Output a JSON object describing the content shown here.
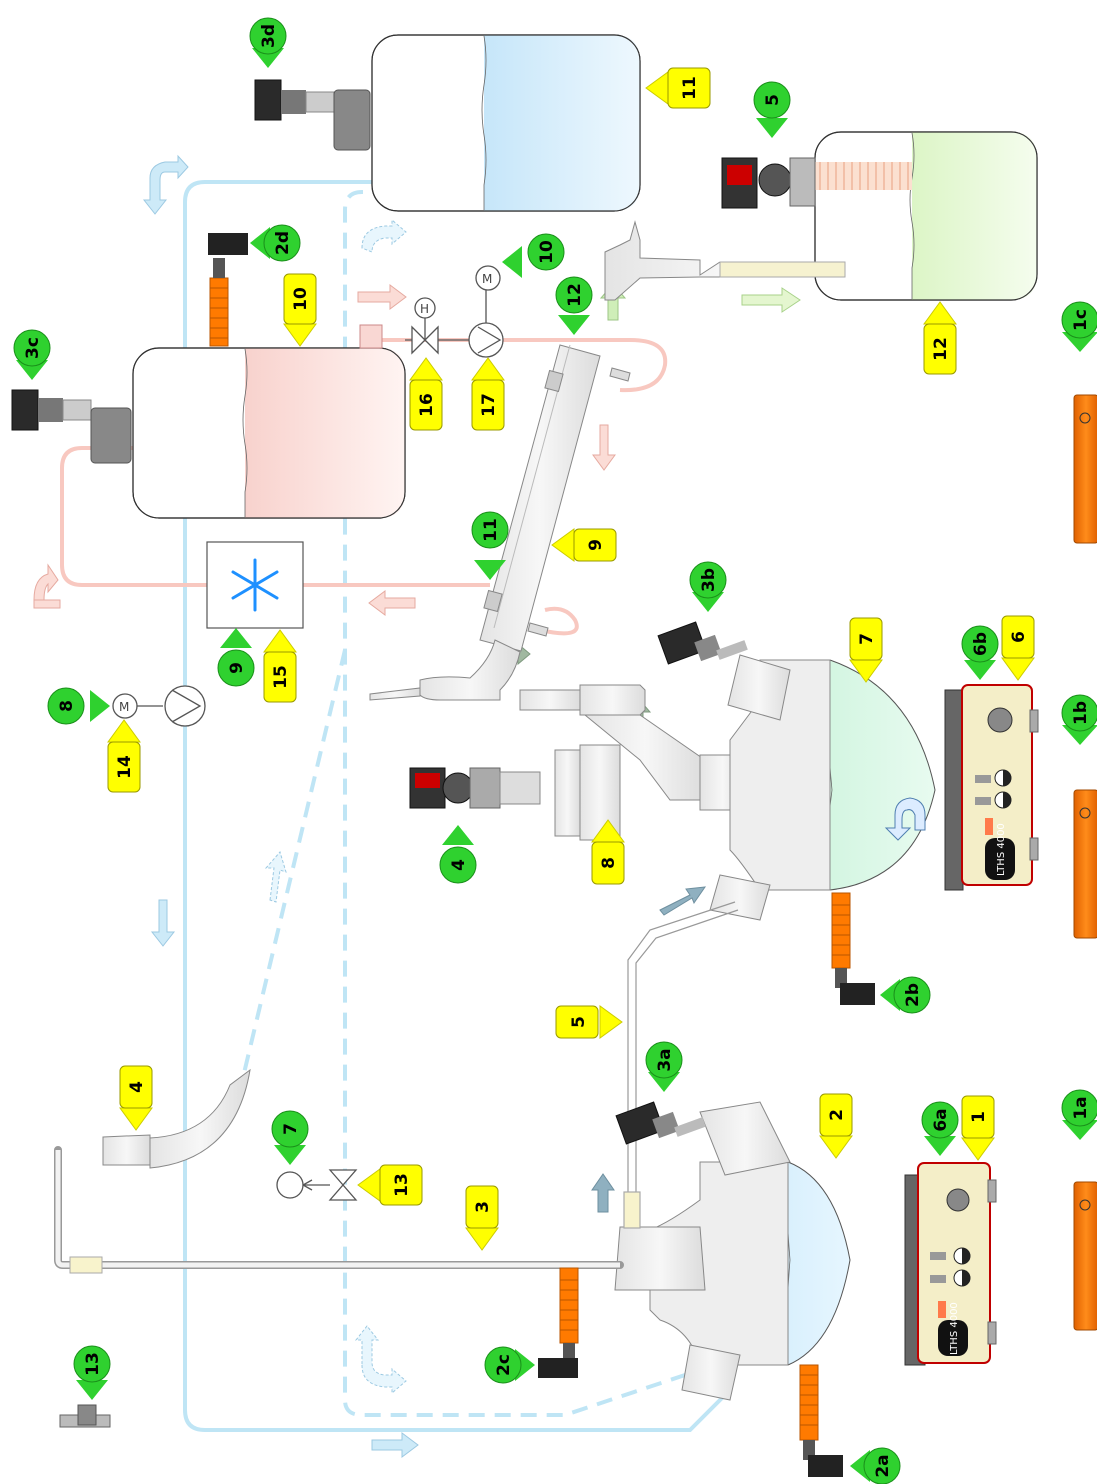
{
  "colors": {
    "tag_green": "#2fd12f",
    "tag_yellow": "#ffff00",
    "cold_line": "#bfe5f5",
    "warm_line": "#f8c8c0",
    "heater_orange": "#ff7a00",
    "flask_blue": "#d0ecfb",
    "flask_green": "#ccf5dd",
    "tank_pink": "#f9d7d3",
    "tank_green": "#e2f6cf",
    "stirrer_beige": "#f4eec8",
    "stirrer_rim": "#c00000",
    "chiller_blue": "#1e90ff"
  },
  "icons": {
    "chiller": "snowflake-icon",
    "pump": "pump-icon",
    "motor": "motor-icon",
    "valve": "valve-icon",
    "sensor": "temperature-sensor-icon"
  },
  "devices": {
    "stirrer_a_display": "LTHS 4000",
    "stirrer_b_display": "LTHS 4000",
    "motor_symbol": "M",
    "handvalve_symbol": "H"
  },
  "tags": {
    "green": {
      "1a": "1a",
      "1b": "1b",
      "1c": "1c",
      "2a": "2a",
      "2b": "2b",
      "2c": "2c",
      "2d": "2d",
      "3a": "3a",
      "3b": "3b",
      "3c": "3c",
      "3d": "3d",
      "4": "4",
      "5": "5",
      "6a": "6a",
      "6b": "6b",
      "7": "7",
      "8": "8",
      "9": "9",
      "10": "10",
      "11": "11",
      "12": "12",
      "13": "13"
    },
    "yellow": {
      "1": "1",
      "2": "2",
      "3": "3",
      "4": "4",
      "5": "5",
      "6": "6",
      "7": "7",
      "8": "8",
      "9": "9",
      "10": "10",
      "11": "11",
      "12": "12",
      "13": "13",
      "14": "14",
      "15": "15",
      "16": "16",
      "17": "17"
    }
  }
}
